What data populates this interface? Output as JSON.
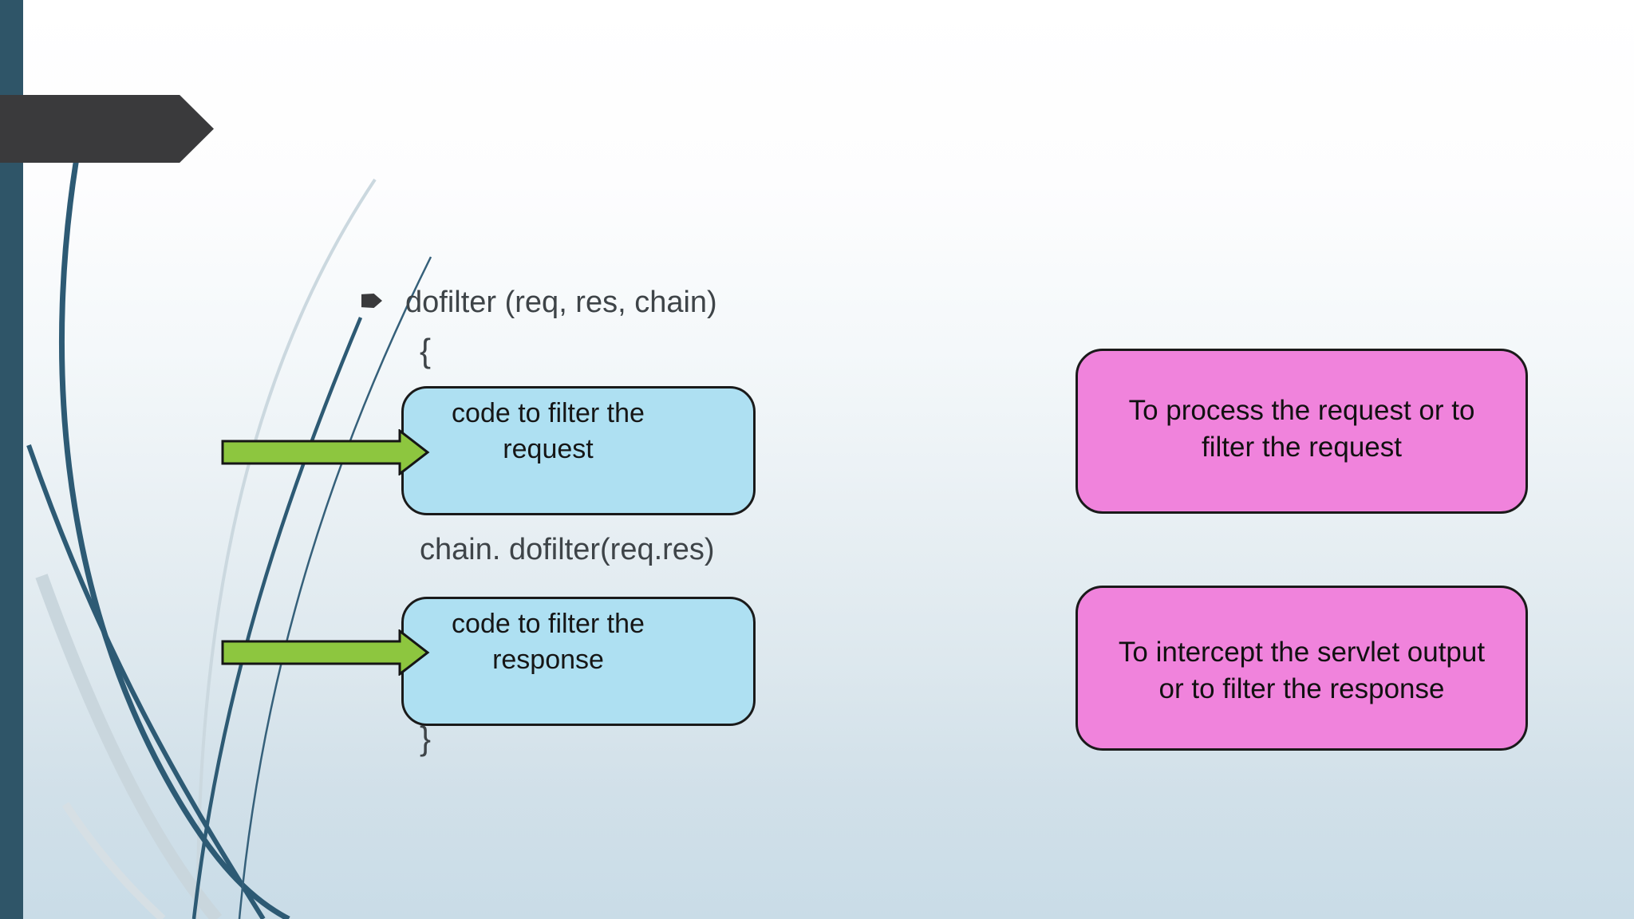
{
  "code_column": {
    "signature_line": "dofilter (req, res, chain)",
    "open_brace": "{",
    "chain_call_line": "chain. dofilter(req.res)",
    "close_brace": "}"
  },
  "flow_boxes": {
    "request": {
      "lines": [
        "code to filter the",
        "request"
      ]
    },
    "response": {
      "lines": [
        "code to filter the",
        "response"
      ]
    }
  },
  "annotation_boxes": {
    "process": {
      "lines": [
        "To process the request or to",
        "filter the request"
      ]
    },
    "intercept": {
      "lines": [
        "To intercept the servlet output",
        "or to filter the response"
      ]
    }
  },
  "icons": {
    "bullet": "arrow-bullet-icon",
    "arrows": "green-right-arrow-icon",
    "banner": "banner-arrow-shape"
  },
  "colors": {
    "left_accent_bar": "#2F5568",
    "banner_arrow": "#3A3A3C",
    "code_box_fill": "#AEE0F2",
    "annotation_box_fill": "#F083DC",
    "green_arrow_fill": "#8DC63F",
    "shape_outline": "#1A1A1A",
    "code_text": "#3E4448",
    "swoosh_dark": "#2D5A74",
    "swoosh_light": "#C9D6DD",
    "background_top": "#FFFFFF",
    "background_bottom": "#C9DCE7"
  }
}
